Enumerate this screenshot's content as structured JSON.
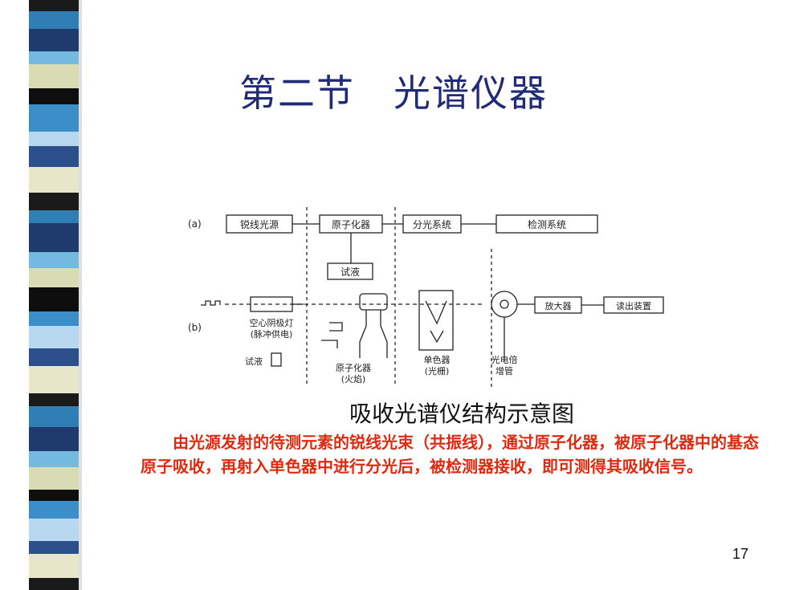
{
  "slide": {
    "title": "第二节　光谱仪器",
    "page_number": "17",
    "diagram": {
      "caption": "吸收光谱仪结构示意图",
      "row_a_label": "(a)",
      "row_b_label": "(b)",
      "row_a_blocks": [
        "锐线光源",
        "原子化器",
        "分光系统",
        "检测系统"
      ],
      "sample_solution_block": "试液",
      "row_b_components": {
        "lamp": "空心阴极灯",
        "lamp_note": "(脉冲供电)",
        "sample": "试液",
        "atomizer": "原子化器",
        "atomizer_note": "(火焰)",
        "monochromator": "单色器",
        "monochromator_note": "(光栅)",
        "detector": "光电倍",
        "detector_note": "增管",
        "amplifier": "放大器",
        "readout": "读出装置"
      }
    },
    "description": "由光源发射的待测元素的锐线光束（共振线），通过原子化器，被原子化器中的基态原子吸收，再射入单色器中进行分光后，被检测器接收，即可测得其吸收信号。"
  },
  "colors": {
    "title": "#1f2a78",
    "description": "#e02a10",
    "side_strips": [
      "#1a1a1a",
      "#2f7fb5",
      "#1f3b6e",
      "#74b9e0",
      "#d9dcb3",
      "#0e0e0e",
      "#3c8ec8",
      "#b7d8ee",
      "#2a4f8a",
      "#e7e6c8"
    ]
  }
}
